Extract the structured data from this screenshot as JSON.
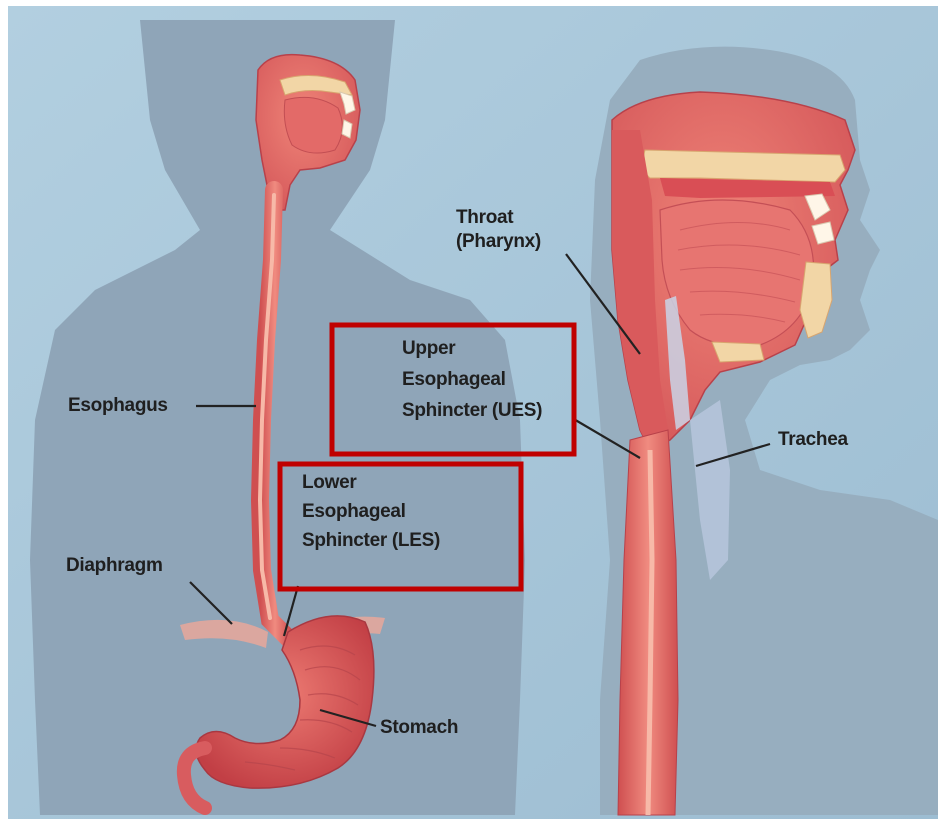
{
  "labels": {
    "esophagus": "Esophagus",
    "diaphragm": "Diaphragm",
    "stomach": "Stomach",
    "throat_line1": "Throat",
    "throat_line2": "(Pharynx)",
    "ues_line1": "Upper",
    "ues_line2": "Esophageal",
    "ues_line3": "Sphincter (UES)",
    "les_line1": "Lower",
    "les_line2": "Esophageal",
    "les_line3": "Sphincter (LES)",
    "trachea": "Trachea"
  },
  "colors": {
    "background": "#a9c7d9",
    "silhouette": "#8ea3b6",
    "tissue": "#e8706e",
    "tissue_dark": "#c9474b",
    "tissue_light": "#f4a49a",
    "bone": "#f2d6a6",
    "highlight_box": "#c00000",
    "leader_line": "#222222"
  }
}
